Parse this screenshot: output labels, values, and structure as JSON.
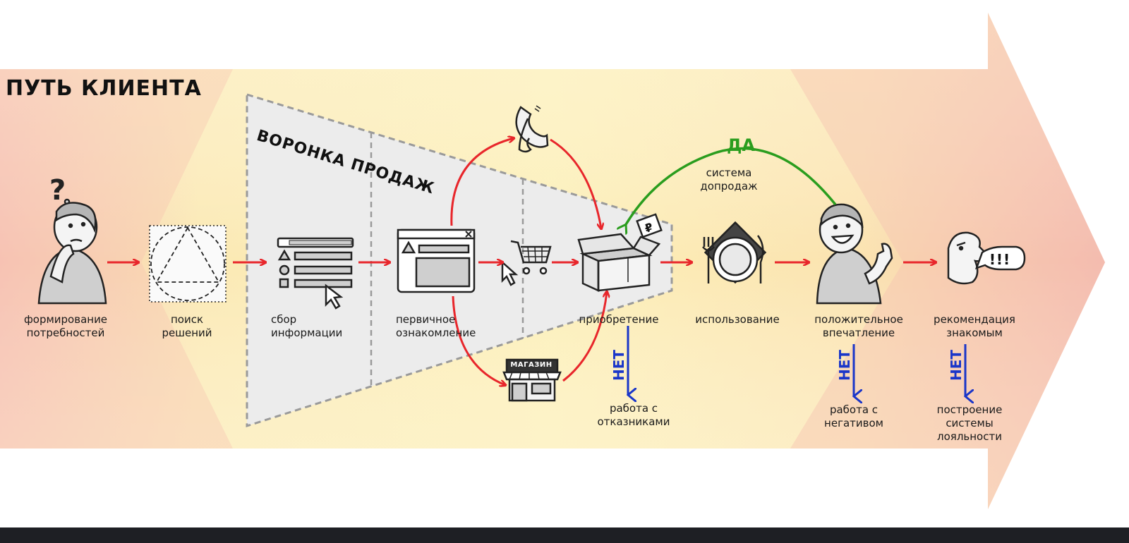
{
  "title": "ПУТЬ КЛИЕНТА",
  "funnel_title": "ВОРОНКА ПРОДАЖ",
  "stages": [
    {
      "id": "need",
      "label": "формирование\nпотребностей",
      "icon": "thinking-man-icon"
    },
    {
      "id": "search",
      "label": "поиск\nрешений",
      "icon": "search-circle-triangle-icon"
    },
    {
      "id": "info",
      "label": "сбор\nинформации",
      "icon": "form-list-icon"
    },
    {
      "id": "intro",
      "label": "первичное\nознакомление",
      "icon": "browser-window-icon"
    },
    {
      "id": "purchase",
      "label": "приобретение",
      "icon": "box-icon"
    },
    {
      "id": "usage",
      "label": "использование",
      "icon": "plate-fork-knife-icon"
    },
    {
      "id": "positive",
      "label": "положительное\nвпечатление",
      "icon": "happy-man-thumbs-up-icon"
    },
    {
      "id": "recommend",
      "label": "рекомендация\nзнакомым",
      "icon": "shouting-face-icon"
    }
  ],
  "channels": {
    "phone_icon": "phone-icon",
    "cart_icon": "shopping-cart-icon",
    "shop_icon": "shop-icon",
    "shop_sign": "МАГАЗИН"
  },
  "feedback": {
    "yes_label": "ДА",
    "upsell": "система\nдопродаж"
  },
  "negatives": [
    {
      "stage": "purchase",
      "no_label": "НЕТ",
      "action": "работа с\nотказниками"
    },
    {
      "stage": "positive",
      "no_label": "НЕТ",
      "action": "работа с\nнегативом"
    },
    {
      "stage": "recommend",
      "no_label": "НЕТ",
      "action": "построение\nсистемы\nлояльности"
    }
  ],
  "speech_text": "!!!",
  "price_tag": "₽",
  "colors": {
    "flow_arrow": "#e8262b",
    "yes_arrow": "#2a9d1e",
    "no_arrow": "#1a36c9",
    "band_yellow": "#fbf1b4",
    "band_red": "#f3bcae",
    "funnel": "#ececec"
  }
}
